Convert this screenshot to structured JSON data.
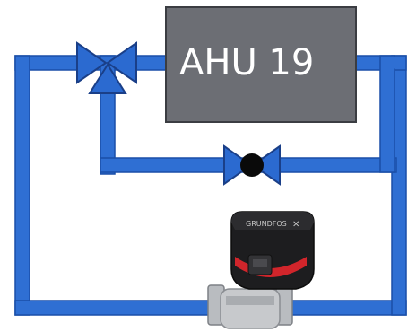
{
  "unit": {
    "label": "AHU 19"
  },
  "pump": {
    "brand_marking": "GRUNDFOS"
  },
  "colors": {
    "pipe_fill": "#2f6fd3",
    "pipe_edge": "#1a4fa8",
    "valve_fill": "#2b6ad0",
    "valve_edge": "#1a3f88",
    "ahu_fill": "#6c6e74",
    "ahu_border": "#3b3d42",
    "ahu_text": "#ffffff",
    "pump_body": "#1d1d1f",
    "pump_accent": "#d1252b",
    "pump_casing": "#b9bcc0"
  },
  "components": {
    "valves": [
      "three-way-valve",
      "balancing-valve"
    ],
    "pump": "circulator-pump"
  }
}
